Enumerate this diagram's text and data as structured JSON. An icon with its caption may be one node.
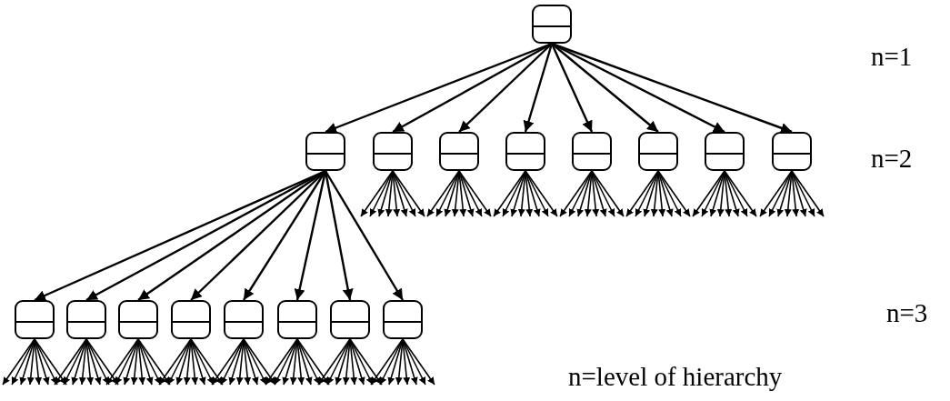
{
  "diagram": {
    "nodes": [
      {
        "text": [],
        "shape": "box"
      },
      {
        "text": [],
        "shape": "box"
      },
      {
        "text": [],
        "shape": "box"
      },
      {
        "text": [],
        "shape": "box"
      },
      {
        "text": [],
        "shape": "box"
      },
      {
        "text": [],
        "shape": "box"
      },
      {
        "text": [],
        "shape": "box"
      },
      {
        "text": [],
        "shape": "box"
      },
      {
        "text": [],
        "shape": "box"
      },
      {
        "text": [],
        "shape": "box"
      },
      {
        "text": [],
        "shape": "box"
      },
      {
        "text": [],
        "shape": "box"
      },
      {
        "text": [],
        "shape": "box"
      },
      {
        "text": [],
        "shape": "box"
      },
      {
        "text": [],
        "shape": "box"
      },
      {
        "text": [],
        "shape": "box"
      },
      {
        "text": [],
        "shape": "box"
      }
    ],
    "edges": [
      {
        "from": 0,
        "to": 1,
        "arrow": "to"
      },
      {
        "from": 0,
        "to": 2,
        "arrow": "to"
      },
      {
        "from": 0,
        "to": 3,
        "arrow": "to"
      },
      {
        "from": 0,
        "to": 4,
        "arrow": "to"
      },
      {
        "from": 0,
        "to": 5,
        "arrow": "to"
      },
      {
        "from": 0,
        "to": 6,
        "arrow": "to"
      },
      {
        "from": 0,
        "to": 7,
        "arrow": "to"
      },
      {
        "from": 0,
        "to": 8,
        "arrow": "to"
      },
      {
        "from": 1,
        "to": 9,
        "arrow": "to"
      },
      {
        "from": 1,
        "to": 10,
        "arrow": "to"
      },
      {
        "from": 1,
        "to": 11,
        "arrow": "to"
      },
      {
        "from": 1,
        "to": 12,
        "arrow": "to"
      },
      {
        "from": 1,
        "to": 13,
        "arrow": "to"
      },
      {
        "from": 1,
        "to": 14,
        "arrow": "to"
      },
      {
        "from": 1,
        "to": 15,
        "arrow": "to"
      },
      {
        "from": 1,
        "to": 16,
        "arrow": "to"
      },
      {
        "from": 2,
        "to": null,
        "arrow": "to"
      },
      {
        "from": 2,
        "to": null,
        "arrow": "to"
      },
      {
        "from": 2,
        "to": null,
        "arrow": "to"
      },
      {
        "from": 2,
        "to": null,
        "arrow": "to"
      },
      {
        "from": 2,
        "to": null,
        "arrow": "to"
      },
      {
        "from": 2,
        "to": null,
        "arrow": "to"
      },
      {
        "from": 2,
        "to": null,
        "arrow": "to"
      },
      {
        "from": 2,
        "to": null,
        "arrow": "to"
      },
      {
        "from": 3,
        "to": null,
        "arrow": "to"
      },
      {
        "from": 3,
        "to": null,
        "arrow": "to"
      },
      {
        "from": 3,
        "to": null,
        "arrow": "to"
      },
      {
        "from": 3,
        "to": null,
        "arrow": "to"
      },
      {
        "from": 3,
        "to": null,
        "arrow": "to"
      },
      {
        "from": 3,
        "to": null,
        "arrow": "to"
      },
      {
        "from": 3,
        "to": null,
        "arrow": "to"
      },
      {
        "from": 3,
        "to": null,
        "arrow": "to"
      },
      {
        "from": 4,
        "to": null,
        "arrow": "to"
      },
      {
        "from": 4,
        "to": null,
        "arrow": "to"
      },
      {
        "from": 4,
        "to": null,
        "arrow": "to"
      },
      {
        "from": 4,
        "to": null,
        "arrow": "to"
      },
      {
        "from": 4,
        "to": null,
        "arrow": "to"
      },
      {
        "from": 4,
        "to": null,
        "arrow": "to"
      },
      {
        "from": 4,
        "to": null,
        "arrow": "to"
      },
      {
        "from": 4,
        "to": null,
        "arrow": "to"
      },
      {
        "from": 5,
        "to": null,
        "arrow": "to"
      },
      {
        "from": 5,
        "to": null,
        "arrow": "to"
      },
      {
        "from": 5,
        "to": null,
        "arrow": "to"
      },
      {
        "from": 5,
        "to": null,
        "arrow": "to"
      },
      {
        "from": 5,
        "to": null,
        "arrow": "to"
      },
      {
        "from": 5,
        "to": null,
        "arrow": "to"
      },
      {
        "from": 5,
        "to": null,
        "arrow": "to"
      },
      {
        "from": 5,
        "to": null,
        "arrow": "to"
      },
      {
        "from": 6,
        "to": null,
        "arrow": "to"
      },
      {
        "from": 6,
        "to": null,
        "arrow": "to"
      },
      {
        "from": 6,
        "to": null,
        "arrow": "to"
      },
      {
        "from": 6,
        "to": null,
        "arrow": "to"
      },
      {
        "from": 6,
        "to": null,
        "arrow": "to"
      },
      {
        "from": 6,
        "to": null,
        "arrow": "to"
      },
      {
        "from": 6,
        "to": null,
        "arrow": "to"
      },
      {
        "from": 6,
        "to": null,
        "arrow": "to"
      },
      {
        "from": 7,
        "to": null,
        "arrow": "to"
      },
      {
        "from": 7,
        "to": null,
        "arrow": "to"
      },
      {
        "from": 7,
        "to": null,
        "arrow": "to"
      },
      {
        "from": 7,
        "to": null,
        "arrow": "to"
      },
      {
        "from": 7,
        "to": null,
        "arrow": "to"
      },
      {
        "from": 7,
        "to": null,
        "arrow": "to"
      },
      {
        "from": 7,
        "to": null,
        "arrow": "to"
      },
      {
        "from": 7,
        "to": null,
        "arrow": "to"
      },
      {
        "from": 8,
        "to": null,
        "arrow": "to"
      },
      {
        "from": 8,
        "to": null,
        "arrow": "to"
      },
      {
        "from": 8,
        "to": null,
        "arrow": "to"
      },
      {
        "from": 8,
        "to": null,
        "arrow": "to"
      },
      {
        "from": 8,
        "to": null,
        "arrow": "to"
      },
      {
        "from": 8,
        "to": null,
        "arrow": "to"
      },
      {
        "from": 8,
        "to": null,
        "arrow": "to"
      },
      {
        "from": 8,
        "to": null,
        "arrow": "to"
      },
      {
        "from": 9,
        "to": null,
        "arrow": "to"
      },
      {
        "from": 9,
        "to": null,
        "arrow": "to"
      },
      {
        "from": 9,
        "to": null,
        "arrow": "to"
      },
      {
        "from": 9,
        "to": null,
        "arrow": "to"
      },
      {
        "from": 9,
        "to": null,
        "arrow": "to"
      },
      {
        "from": 9,
        "to": null,
        "arrow": "to"
      },
      {
        "from": 9,
        "to": null,
        "arrow": "to"
      },
      {
        "from": 9,
        "to": null,
        "arrow": "to"
      },
      {
        "from": 10,
        "to": null,
        "arrow": "to"
      },
      {
        "from": 10,
        "to": null,
        "arrow": "to"
      },
      {
        "from": 10,
        "to": null,
        "arrow": "to"
      },
      {
        "from": 10,
        "to": null,
        "arrow": "to"
      },
      {
        "from": 10,
        "to": null,
        "arrow": "to"
      },
      {
        "from": 10,
        "to": null,
        "arrow": "to"
      },
      {
        "from": 10,
        "to": null,
        "arrow": "to"
      },
      {
        "from": 10,
        "to": null,
        "arrow": "to"
      },
      {
        "from": 11,
        "to": null,
        "arrow": "to"
      },
      {
        "from": 11,
        "to": null,
        "arrow": "to"
      },
      {
        "from": 11,
        "to": null,
        "arrow": "to"
      },
      {
        "from": 11,
        "to": null,
        "arrow": "to"
      },
      {
        "from": 11,
        "to": null,
        "arrow": "to"
      },
      {
        "from": 11,
        "to": null,
        "arrow": "to"
      },
      {
        "from": 11,
        "to": null,
        "arrow": "to"
      },
      {
        "from": 11,
        "to": null,
        "arrow": "to"
      },
      {
        "from": 12,
        "to": null,
        "arrow": "to"
      },
      {
        "from": 12,
        "to": null,
        "arrow": "to"
      },
      {
        "from": 12,
        "to": null,
        "arrow": "to"
      },
      {
        "from": 12,
        "to": null,
        "arrow": "to"
      },
      {
        "from": 12,
        "to": null,
        "arrow": "to"
      },
      {
        "from": 12,
        "to": null,
        "arrow": "to"
      },
      {
        "from": 12,
        "to": null,
        "arrow": "to"
      },
      {
        "from": 12,
        "to": null,
        "arrow": "to"
      },
      {
        "from": 13,
        "to": null,
        "arrow": "to"
      },
      {
        "from": 13,
        "to": null,
        "arrow": "to"
      },
      {
        "from": 13,
        "to": null,
        "arrow": "to"
      },
      {
        "from": 13,
        "to": null,
        "arrow": "to"
      },
      {
        "from": 13,
        "to": null,
        "arrow": "to"
      },
      {
        "from": 13,
        "to": null,
        "arrow": "to"
      },
      {
        "from": 13,
        "to": null,
        "arrow": "to"
      },
      {
        "from": 13,
        "to": null,
        "arrow": "to"
      },
      {
        "from": 14,
        "to": null,
        "arrow": "to"
      },
      {
        "from": 14,
        "to": null,
        "arrow": "to"
      },
      {
        "from": 14,
        "to": null,
        "arrow": "to"
      },
      {
        "from": 14,
        "to": null,
        "arrow": "to"
      },
      {
        "from": 14,
        "to": null,
        "arrow": "to"
      },
      {
        "from": 14,
        "to": null,
        "arrow": "to"
      },
      {
        "from": 14,
        "to": null,
        "arrow": "to"
      },
      {
        "from": 14,
        "to": null,
        "arrow": "to"
      },
      {
        "from": 15,
        "to": null,
        "arrow": "to"
      },
      {
        "from": 15,
        "to": null,
        "arrow": "to"
      },
      {
        "from": 15,
        "to": null,
        "arrow": "to"
      },
      {
        "from": 15,
        "to": null,
        "arrow": "to"
      },
      {
        "from": 15,
        "to": null,
        "arrow": "to"
      },
      {
        "from": 15,
        "to": null,
        "arrow": "to"
      },
      {
        "from": 15,
        "to": null,
        "arrow": "to"
      },
      {
        "from": 15,
        "to": null,
        "arrow": "to"
      },
      {
        "from": 16,
        "to": null,
        "arrow": "to"
      },
      {
        "from": 16,
        "to": null,
        "arrow": "to"
      },
      {
        "from": 16,
        "to": null,
        "arrow": "to"
      },
      {
        "from": 16,
        "to": null,
        "arrow": "to"
      },
      {
        "from": 16,
        "to": null,
        "arrow": "to"
      },
      {
        "from": 16,
        "to": null,
        "arrow": "to"
      },
      {
        "from": 16,
        "to": null,
        "arrow": "to"
      },
      {
        "from": 16,
        "to": null,
        "arrow": "to"
      }
    ],
    "labels": [
      "n=1",
      "n=2",
      "n=3",
      "n=level of hierarchy"
    ]
  }
}
